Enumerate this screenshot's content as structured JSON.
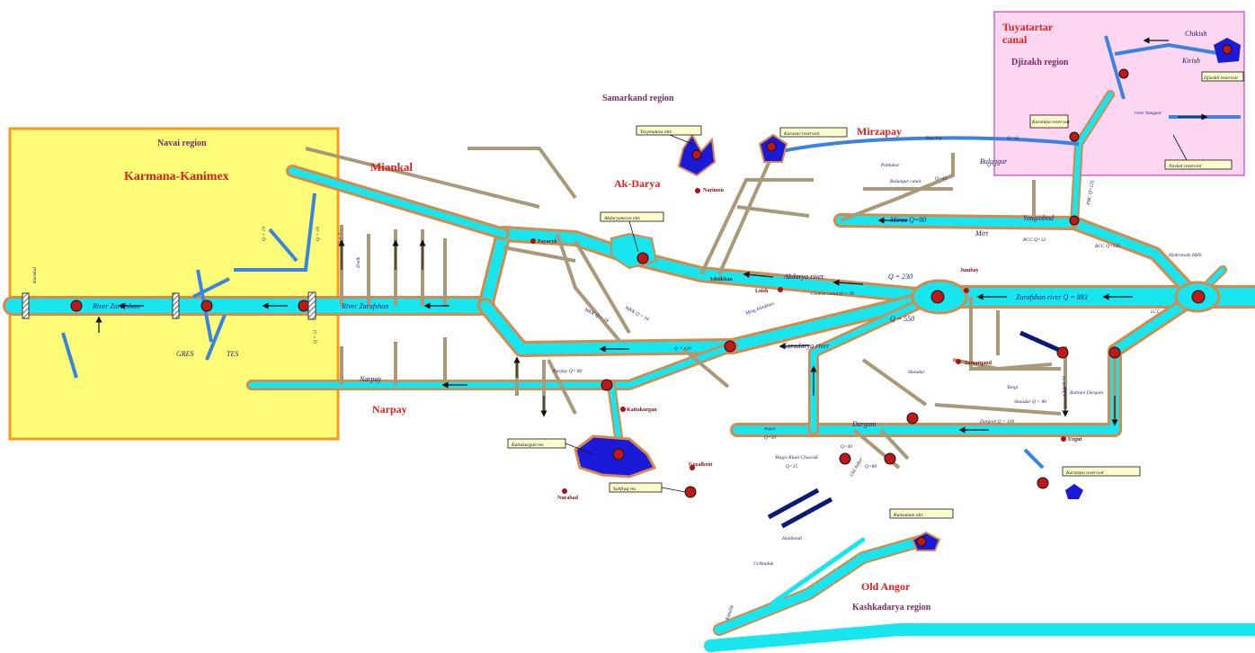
{
  "colors": {
    "canal_fill": "#18e6ee",
    "canal_border": "#d8884a",
    "side_canal": "#a89a78",
    "blue_canal": "#3a84e0",
    "navy": "#0a1a78",
    "reservoir": "#1a1ad8",
    "yellow_zone": "#fdfd78",
    "pink_zone": "#fdd6f2",
    "red_title": "#e0201c",
    "region_label": "#7a2c6a",
    "callout_fill": "#fcfccc",
    "station_fill": "#c01818"
  },
  "regions": {
    "navai": "Navai region",
    "samarkand": "Samarkand region",
    "djizakh": "Djizakh region",
    "kashkadarya": "Kashkadarya region"
  },
  "zones": {
    "karmana": "Karmana-Kanimex",
    "miankal": "Miankal",
    "akdarya": "Ak-Darya",
    "mirzapay": "Mirzapay",
    "narpay": "Narpay",
    "tuyatartar_1": "Tuyatartar",
    "tuyatartar_2": "canal",
    "old_angor": "Old Angor"
  },
  "rivers": {
    "zarafshan_main": "Zarafshan river Q = 883",
    "river_zarafshan": "River Zarafshan",
    "river_zarafshan_west": "River Zarafshan",
    "akdarya": "Akdarya river",
    "karadarya": "Karadarya river",
    "q_230": "Q = 230",
    "q_550": "Q = 550",
    "q_130": "Q = 130",
    "central_canal": "Central canal Q = 78",
    "mirza": "Mirza Q=80",
    "narpay_canal": "Narpay",
    "narpay_q": "Narpay Q= 80",
    "bulungur": "Bulungur",
    "bulungur_canal": "Bulungur canal",
    "bcc": "BCC Q=125",
    "bcc_32": "BCC Q=32",
    "pbc": "PBC Q=125",
    "bay_bay": "Bay-bay",
    "q_16": "Q=16",
    "dargom": "Dargom",
    "dargom_q": "Dargom Q = 100",
    "shaudar": "Shaudar",
    "shaudar_q": "Shaudar Q = 80",
    "river_sangzar": "river Sangzar",
    "lcc": "LCC",
    "mkk": "МКК Q = 18",
    "mkk2": "МКК Q = 16",
    "payaryk": "Payaryk",
    "yangiobod": "Yangiobod",
    "mir": "Mirt",
    "aspor": "Aspor",
    "q_50": "Q=50",
    "ishtikhan": "Ishtikhan",
    "kattakurgan": "Kattakurgan",
    "gozalkent": "Gozalkent",
    "nurabad": "Nurabad",
    "samarqand": "Samarqand",
    "urgut": "Urgut",
    "loish": "Loish",
    "jumbay": "Jumbay",
    "narimon": "Narimon",
    "gres": "GRES",
    "tes": "TES",
    "chiroq": "Chirakchi",
    "chikish": "Chikish",
    "kirish": "Kirish",
    "old_anhor": "Old Anhor",
    "q_80": "Q=80",
    "magic_khan": "Magis Khan Chaorak",
    "q_15": "Q=15",
    "rabotoi": "Rabotoi Dargom",
    "yangi": "Yangi",
    "ming_ishtikhan": "Ming Ishtikhan",
    "q_7": "Q = 7",
    "q_19": "Q = 19",
    "q_11": "Q = 11",
    "q_16b": "Q = 16",
    "uchkuduk": "Uchkuduk",
    "hanbandi": "Hanbandi",
    "kanalik": "Kanalik",
    "q_40": "Q=40",
    "q_10": "Q=10",
    "q_1": "Q=1",
    "pahtakor": "Pahtakor",
    "karakul": "Karakul",
    "zhelk": "Zhelk"
  },
  "callouts": {
    "tosymateza": "Tosymateza nitr.",
    "karasuv": "Karasuv reservoir",
    "akdarya_sites": "Akdaryamcoo nitr.",
    "kattakurgan_res": "Kattakurgan res",
    "sahfraq_res": "Sahfraq res",
    "karatepa_res": "Karatepa reservoir",
    "kunsaman_res": "Kunsaman nitr.",
    "djizakh_res": "Djizakh reservoir",
    "karatepa_small": "Karatepa reservoir",
    "navkat_res": "Navkat reservoir",
    "hydronode": "Hydronode HHS"
  }
}
